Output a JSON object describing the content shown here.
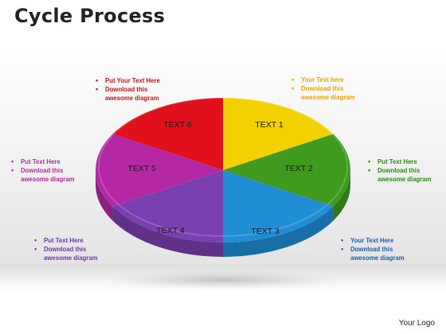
{
  "slide": {
    "title": "Cycle Process",
    "logo": "Your Logo"
  },
  "diagram": {
    "type": "cycle-pie",
    "segments": [
      {
        "label": "TEXT 1",
        "color": "#f2d100"
      },
      {
        "label": "TEXT 2",
        "color": "#3f9a1e"
      },
      {
        "label": "TEXT 3",
        "color": "#1f8ed6"
      },
      {
        "label": "TEXT 4",
        "color": "#7a3fb0"
      },
      {
        "label": "TEXT 5",
        "color": "#b428a6"
      },
      {
        "label": "TEXT 6",
        "color": "#e0111d"
      }
    ],
    "notes": [
      {
        "id": "note-1",
        "color": "#e8a100",
        "line1": "Your Text  here",
        "line2": "Download this",
        "line3": "awesome diagram"
      },
      {
        "id": "note-2",
        "color": "#2e8b14",
        "line1": "Put Text Here",
        "line2": "Download this",
        "line3": "awesome diagram"
      },
      {
        "id": "note-3",
        "color": "#1d5fa8",
        "line1": "Your Text Here",
        "line2": "Download this",
        "line3": "awesome diagram"
      },
      {
        "id": "note-4",
        "color": "#6a3aa8",
        "line1": "Put Text Here",
        "line2": "Download this",
        "line3": "awesome diagram"
      },
      {
        "id": "note-5",
        "color": "#b02aa0",
        "line1": "Put Text Here",
        "line2": "Download this",
        "line3": "awesome diagram"
      },
      {
        "id": "note-6",
        "color": "#c4121c",
        "line1": "Put Your Text Here",
        "line2": "Download this",
        "line3": "awesome diagram"
      }
    ]
  }
}
